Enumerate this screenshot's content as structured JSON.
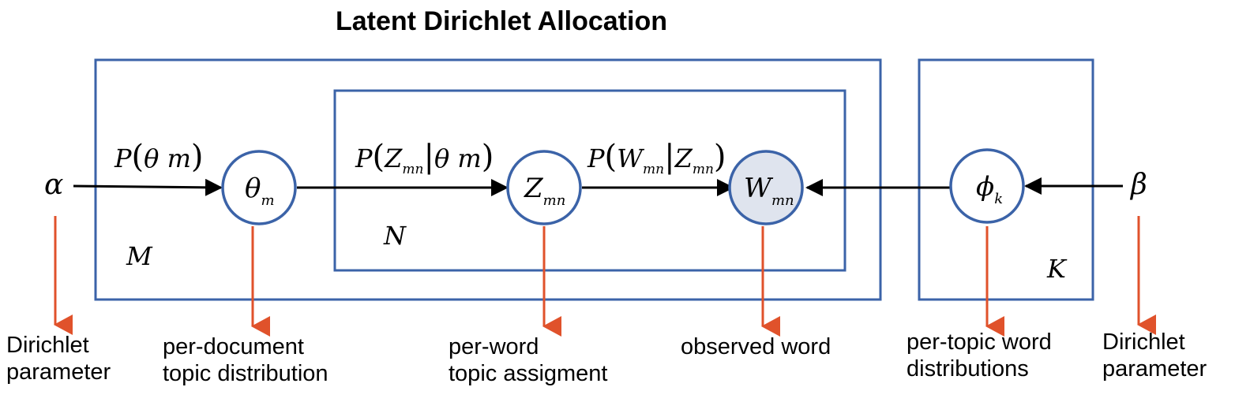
{
  "title": "Latent Dirichlet Allocation",
  "colors": {
    "plate": "#3b63a8",
    "node_stroke": "#3b63a8",
    "observed_fill": "#dfe4ee",
    "annotation_arrow": "#e0522b",
    "edge": "#000000"
  },
  "symbols": {
    "alpha": "α",
    "beta": "β",
    "theta": {
      "base": "θ",
      "sub": "m"
    },
    "z": {
      "base": "Z",
      "sub": "mn"
    },
    "w": {
      "base": "W",
      "sub": "mn"
    },
    "phi": {
      "base": "ϕ",
      "sub": "k"
    }
  },
  "plates": {
    "documents": "M",
    "words": "N",
    "topics": "K"
  },
  "edge_labels": {
    "p_theta": {
      "a": "P",
      "b": "θ m"
    },
    "p_z": {
      "a": "P",
      "b": "Z",
      "sub": "mn",
      "c": "θ m"
    },
    "p_w": {
      "a": "P",
      "b": "W",
      "sub1": "mn",
      "c": "Z",
      "sub2": "mn"
    }
  },
  "descriptions": {
    "alpha": [
      "Dirichlet",
      "parameter"
    ],
    "theta": [
      "per-document",
      "topic distribution"
    ],
    "z": [
      "per-word",
      "topic assigment"
    ],
    "w": [
      "observed word"
    ],
    "phi": [
      "per-topic word",
      "distributions"
    ],
    "beta": [
      "Dirichlet",
      "parameter"
    ]
  }
}
